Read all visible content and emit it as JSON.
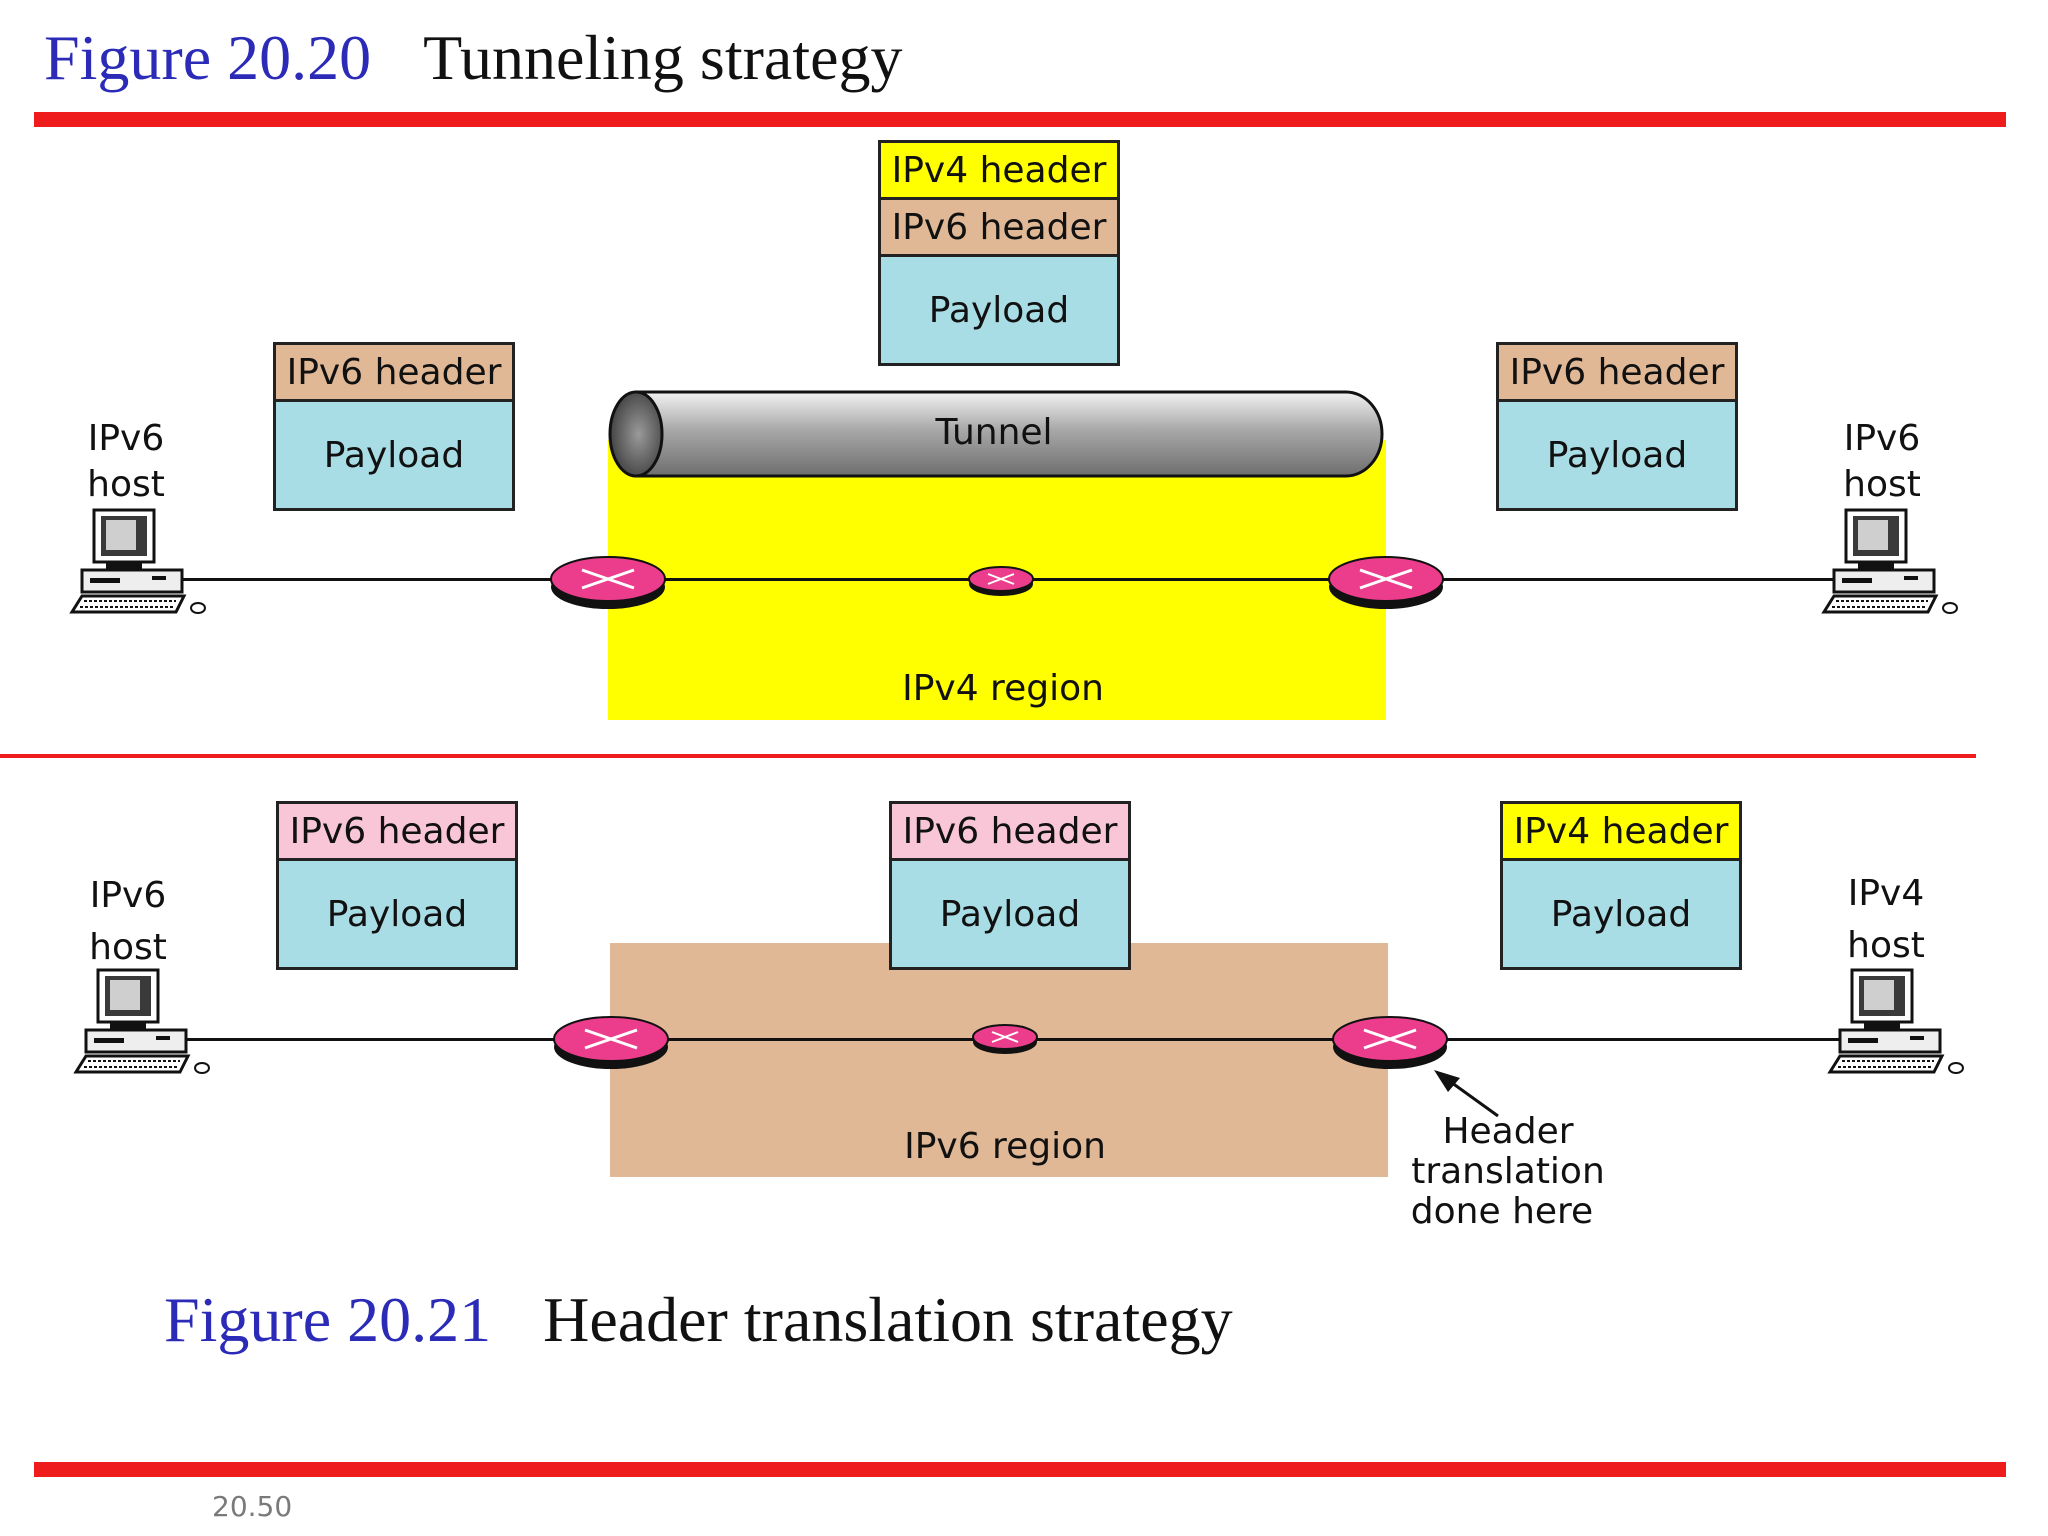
{
  "figure_top": {
    "number": "Figure 20.20",
    "title": "Tunneling strategy"
  },
  "figure_bottom": {
    "number": "Figure 20.21",
    "title": "Header translation strategy"
  },
  "tunneling": {
    "left_host": [
      "IPv6",
      "host"
    ],
    "right_host": [
      "IPv6",
      "host"
    ],
    "left_packet": {
      "header": "IPv6 header",
      "payload": "Payload"
    },
    "tunnel_packet": {
      "outer_header": "IPv4 header",
      "inner_header": "IPv6 header",
      "payload": "Payload"
    },
    "right_packet": {
      "header": "IPv6 header",
      "payload": "Payload"
    },
    "tunnel_label": "Tunnel",
    "region_label": "IPv4 region"
  },
  "translation": {
    "left_host": [
      "IPv6",
      "host"
    ],
    "right_host": [
      "IPv4",
      "host"
    ],
    "left_packet": {
      "header": "IPv6 header",
      "payload": "Payload"
    },
    "middle_packet": {
      "header": "IPv6 header",
      "payload": "Payload"
    },
    "right_packet": {
      "header": "IPv4 header",
      "payload": "Payload"
    },
    "region_label": "IPv6 region",
    "note": [
      "Header",
      "translation",
      "done here"
    ]
  },
  "slide_number": "20.50",
  "colors": {
    "accent_red": "#ee1c1c",
    "figure_number_blue": "#2b2bb8",
    "ipv4_header_yellow": "#ffff00",
    "ipv6_header_tan": "#e0b896",
    "ipv6_header_pink": "#f9c6d8",
    "payload_blue": "#a9dde6",
    "ipv4_region_yellow": "#ffff00",
    "ipv6_region_tan": "#e0b896",
    "router_pink": "#ec3d8c"
  }
}
